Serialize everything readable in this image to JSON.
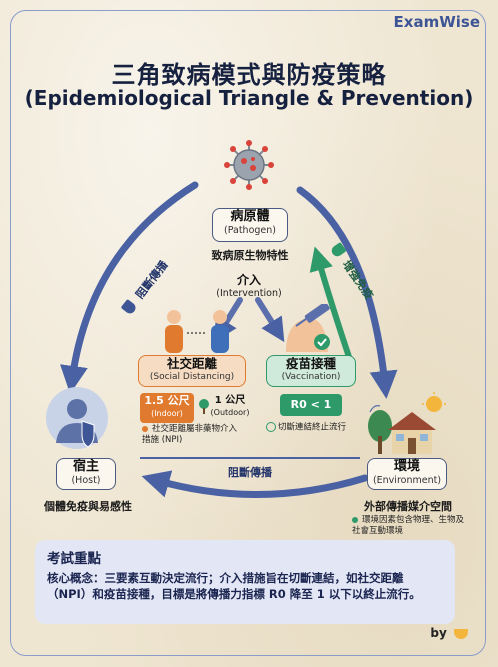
{
  "brand": "ExamWise",
  "title": {
    "zh": "三角致病模式與防疫策略",
    "en": "(Epidemiological Triangle & Prevention)"
  },
  "pathogen": {
    "zh": "病原體",
    "en": "(Pathogen)",
    "desc": "致病原生物特性"
  },
  "host": {
    "zh": "宿主",
    "en": "(Host)",
    "desc": "個體免疫與易感性"
  },
  "environment": {
    "zh": "環境",
    "en": "(Environment)",
    "desc": "外部傳播媒介空間",
    "note": "環境因素包含物理、生物及社會互動環境"
  },
  "intervention": {
    "zh": "介入",
    "en": "(Intervention)"
  },
  "arrows": {
    "left": "阻斷傳播",
    "right": "增強免疫",
    "bottom": "阻斷傳播"
  },
  "social_distancing": {
    "zh": "社交距離",
    "en": "(Social Distancing)",
    "indoor_value": "1.5 公尺",
    "indoor_label": "(Indoor)",
    "outdoor_value": "1 公尺",
    "outdoor_label": "(Outdoor)",
    "note": "社交距離屬非藥物介入措施 (NPI)"
  },
  "vaccination": {
    "zh": "疫苗接種",
    "en": "(Vaccination)",
    "r0": "R0 < 1",
    "note": "切斷連結終止流行"
  },
  "summary": {
    "head": "考試重點",
    "body": "核心概念：三要素互動決定流行；介入措施旨在切斷連結，如社交距離（NPI）和疫苗接種，目標是將傳播力指標 R0 降至 1 以下以終止流行。"
  },
  "byline": "by",
  "colors": {
    "navy": "#3e5596",
    "orange": "#e07a2e",
    "green": "#2e9a6a",
    "red": "#d9433a"
  }
}
